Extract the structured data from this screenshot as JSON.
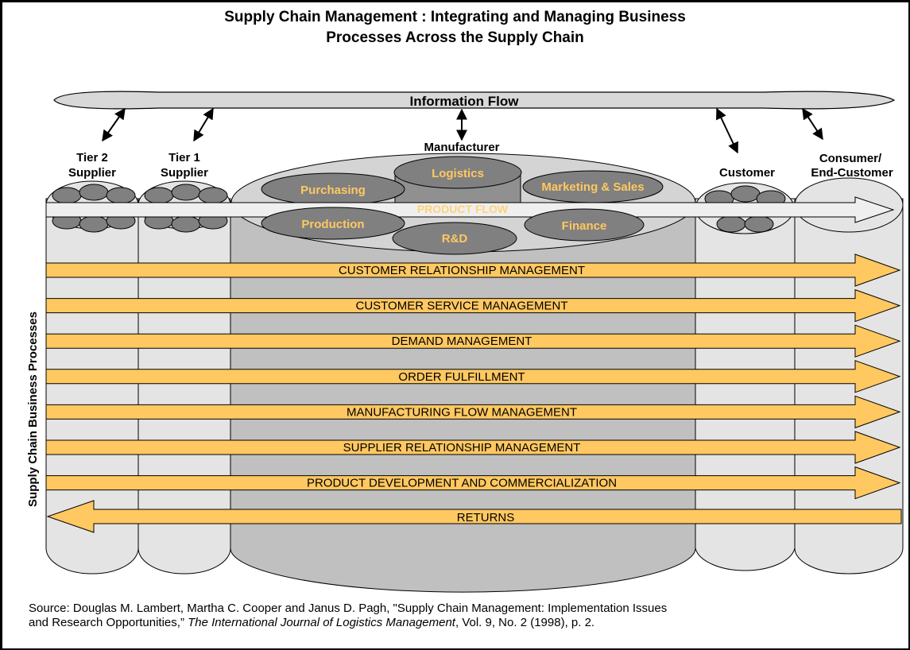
{
  "title": {
    "line1": "Supply Chain Management : Integrating and Managing Business",
    "line2": "Processes Across the Supply Chain"
  },
  "information_flow": "Information Flow",
  "product_flow": "PRODUCT FLOW",
  "side_label": "Supply Chain Business Processes",
  "entities": {
    "tier2": [
      "Tier 2",
      "Supplier"
    ],
    "tier1": [
      "Tier 1",
      "Supplier"
    ],
    "manufacturer": "Manufacturer",
    "customer": "Customer",
    "consumer": [
      "Consumer/",
      "End-Customer"
    ]
  },
  "functions": {
    "logistics": "Logistics",
    "purchasing": "Purchasing",
    "marketing": "Marketing & Sales",
    "production": "Production",
    "finance": "Finance",
    "rnd": "R&D"
  },
  "processes": [
    "CUSTOMER RELATIONSHIP MANAGEMENT",
    "CUSTOMER SERVICE MANAGEMENT",
    "DEMAND MANAGEMENT",
    "ORDER FULFILLMENT",
    "MANUFACTURING FLOW MANAGEMENT",
    "SUPPLIER RELATIONSHIP MANAGEMENT",
    "PRODUCT DEVELOPMENT AND COMMERCIALIZATION"
  ],
  "returns": "RETURNS",
  "source": {
    "line1": "Source: Douglas M. Lambert, Martha C. Cooper and Janus D. Pagh, \"Supply Chain Management: Implementation Issues",
    "line2_prefix": " and Research Opportunities,” ",
    "line2_journal": "The International Journal of Logistics Management",
    "line2_suffix": ", Vol. 9, No. 2 (1998), p. 2."
  },
  "colors": {
    "arrow_fill": "#ffc861",
    "cylinder_light": "#e4e4e4",
    "cylinder_dark": "#c0c0c0",
    "function_oval": "#808080",
    "function_text": "#ffc861",
    "product_flow_text": "#ffd278"
  }
}
